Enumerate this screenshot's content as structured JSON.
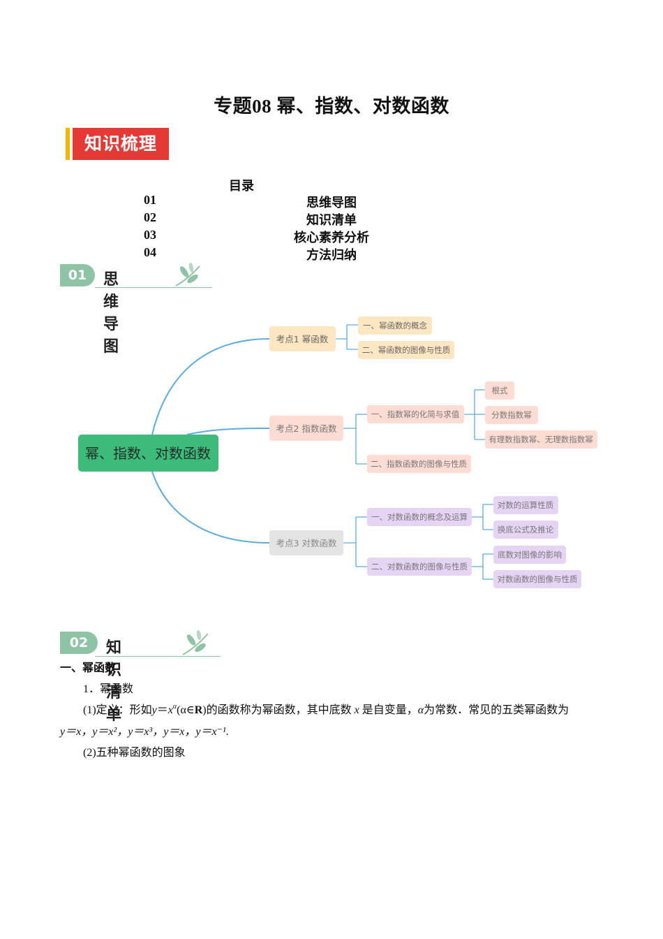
{
  "doc_title": "专题08 幂、指数、对数函数",
  "banner": "知识梳理",
  "toc": {
    "heading": "目录",
    "items": [
      {
        "num": "01",
        "label": "思维导图"
      },
      {
        "num": "02",
        "label": "知识清单"
      },
      {
        "num": "03",
        "label": "核心素养分析"
      },
      {
        "num": "04",
        "label": "方法归纳"
      }
    ]
  },
  "section1": {
    "num": "01",
    "title": "思维导图"
  },
  "mindmap": {
    "root": "幂、指数、对数函数",
    "k1": "考点1 幂函数",
    "k1_children": [
      "一、幂函数的概念",
      "二、幂函数的图像与性质"
    ],
    "k2": "考点2 指数函数",
    "k2_child1": "一、指数幂的化简与求值",
    "k2_grandchildren": [
      "根式",
      "分数指数幂",
      "有理数指数幂、无理数指数幂"
    ],
    "k2_child2": "二、指数函数的图像与性质",
    "k3": "考点3 对数函数",
    "k3_child1": "一、对数函数的概念及运算",
    "k3_child1_children": [
      "对数的运算性质",
      "换底公式及推论"
    ],
    "k3_child2": "二、对数函数的图像与性质",
    "k3_child2_children": [
      "底数对图像的影响",
      "对数函数的图像与性质"
    ],
    "colors": {
      "root": "#3dbb7b",
      "k1": "#fde7c2",
      "k2": "#fddcd3",
      "k3": "#e4e4e4",
      "purple": "#e6d4f5",
      "line": "#5aace6"
    }
  },
  "section2": {
    "num": "02",
    "title": "知识清单"
  },
  "content": {
    "heading": "一、幂函数",
    "item1": "1．幂函数",
    "def_prefix": "(1)定义：形如",
    "def_formula_y": "y",
    "def_formula_eq": "＝",
    "def_formula_x": "x",
    "def_formula_alpha": "α",
    "def_formula_paren": "(α∈",
    "def_formula_R": "R",
    "def_formula_close": ")",
    "def_mid1": "的函数称为幂函数，其中底数",
    "def_x": "x",
    "def_mid2": "是自变量，",
    "def_alpha": "α",
    "def_mid3": "为常数．常见的五类幂函数为",
    "five_types": "y＝x，y＝x²，y＝x³，y＝x，y＝x⁻¹.",
    "item2": "(2)五种幂函数的图象"
  }
}
